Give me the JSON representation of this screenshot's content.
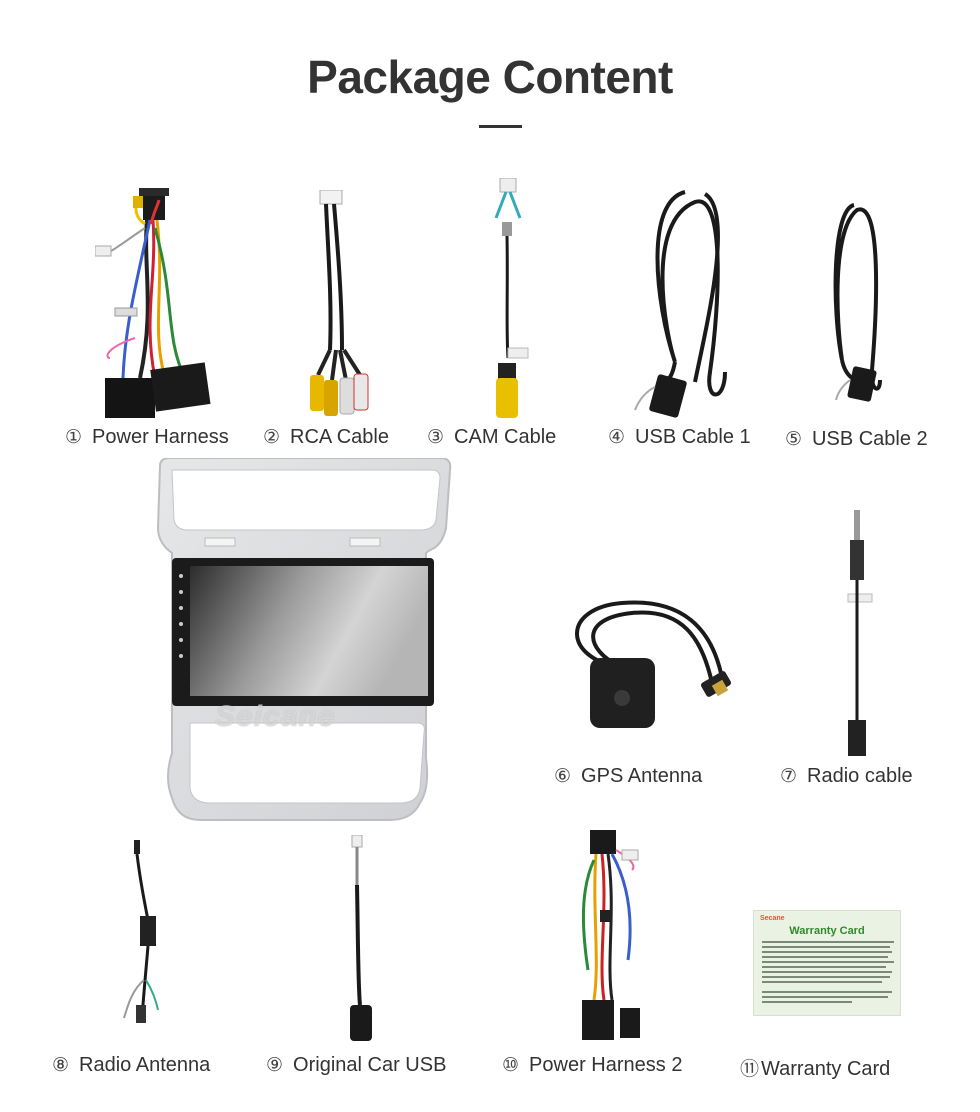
{
  "page": {
    "title": "Package Content"
  },
  "items": [
    {
      "num": "①",
      "label": "Power Harness"
    },
    {
      "num": "②",
      "label": "RCA Cable"
    },
    {
      "num": "③",
      "label": "CAM Cable"
    },
    {
      "num": "④",
      "label": "USB Cable 1"
    },
    {
      "num": "⑤",
      "label": "USB Cable 2"
    },
    {
      "num": "⑥",
      "label": "GPS Antenna"
    },
    {
      "num": "⑦",
      "label": "Radio cable"
    },
    {
      "num": "⑧",
      "label": "Radio Antenna"
    },
    {
      "num": "⑨",
      "label": "Original Car USB"
    },
    {
      "num": "⑩",
      "label": "Power Harness 2"
    },
    {
      "num": "⑪",
      "label": "Warranty Card"
    }
  ],
  "head_unit": {
    "watermark": "Seicane"
  },
  "warranty_card": {
    "brand": "Secane",
    "heading": "Warranty Card"
  },
  "colors": {
    "text": "#333333",
    "card_green": "#2f8a2a",
    "panel_silver": "#d9dadc"
  }
}
